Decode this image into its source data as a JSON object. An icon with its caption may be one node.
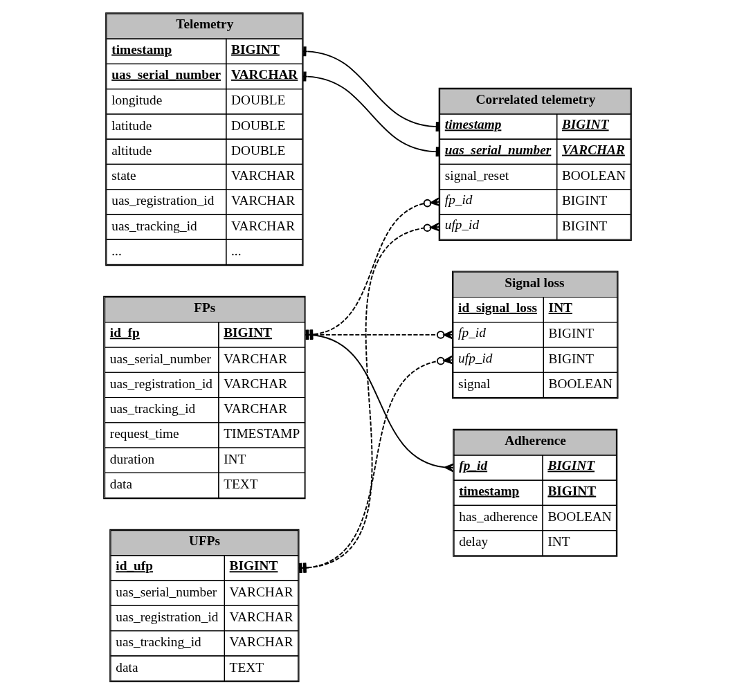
{
  "diagram": {
    "nodes": [
      {
        "text": [
          "Telemetry",
          "timestamp",
          "BIGINT",
          "uas_serial_number",
          "VARCHAR",
          "longitude",
          "DOUBLE",
          "latitude",
          "DOUBLE",
          "altitude",
          "DOUBLE",
          "state",
          "VARCHAR",
          "uas_registration_id",
          "VARCHAR",
          "uas_tracking_id",
          "VARCHAR",
          "...",
          "..."
        ]
      },
      {
        "text": [
          "Correlated telemetry",
          "timestamp",
          "BIGINT",
          "uas_serial_number",
          "VARCHAR",
          "signal_reset",
          "BOOLEAN",
          "fp_id",
          "BIGINT",
          "ufp_id",
          "BIGINT"
        ]
      },
      {
        "text": [
          "Signal loss",
          "id_signal_loss",
          "INT",
          "fp_id",
          "BIGINT",
          "ufp_id",
          "BIGINT",
          "signal",
          "BOOLEAN"
        ]
      },
      {
        "text": [
          "FPs",
          "id_fp",
          "BIGINT",
          "uas_serial_number",
          "VARCHAR",
          "uas_registration_id",
          "VARCHAR",
          "uas_tracking_id",
          "VARCHAR",
          "request_time",
          "TIMESTAMP",
          "duration",
          "INT",
          "data",
          "TEXT"
        ]
      },
      {
        "text": [
          "Adherence",
          "fp_id",
          "BIGINT",
          "timestamp",
          "BIGINT",
          "has_adherence",
          "BOOLEAN",
          "delay",
          "INT"
        ]
      },
      {
        "text": [
          "UFPs",
          "id_ufp",
          "BIGINT",
          "uas_serial_number",
          "VARCHAR",
          "uas_registration_id",
          "VARCHAR",
          "uas_tracking_id",
          "VARCHAR",
          "data",
          "TEXT"
        ]
      }
    ],
    "edges": [
      {
        "from": 0,
        "to": 1,
        "arrow": "other"
      },
      {
        "from": 0,
        "to": 1,
        "arrow": "other"
      },
      {
        "from": 3,
        "to": 1,
        "arrow": "other",
        "style": "dashed"
      },
      {
        "from": 5,
        "to": 1,
        "arrow": "other",
        "style": "dashed"
      },
      {
        "from": 3,
        "to": 2,
        "arrow": "other",
        "style": "dashed"
      },
      {
        "from": 5,
        "to": 2,
        "arrow": "other",
        "style": "dashed"
      },
      {
        "from": 3,
        "to": 4,
        "arrow": "other"
      }
    ]
  }
}
